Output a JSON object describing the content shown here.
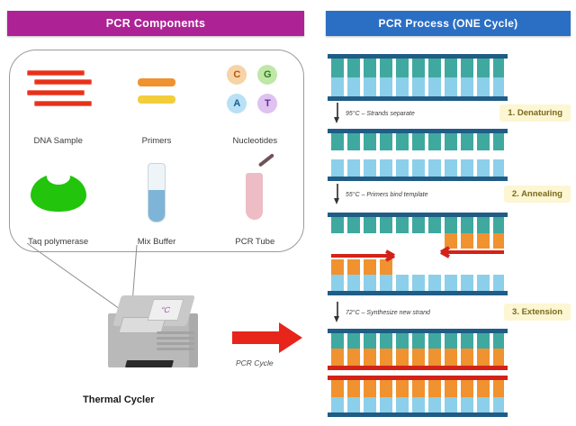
{
  "left": {
    "header": "PCR Components",
    "components": [
      {
        "label": "DNA Sample",
        "icon": "dna-strands-icon"
      },
      {
        "label": "Primers",
        "icon": "primers-icon"
      },
      {
        "label": "Nucleotides",
        "icon": "nucleotides-icon"
      },
      {
        "label": "Taq polymerase",
        "icon": "enzyme-blob-icon"
      },
      {
        "label": "Mix Buffer",
        "icon": "test-tube-icon"
      },
      {
        "label": "PCR Tube",
        "icon": "pcr-tube-icon"
      }
    ],
    "nucleotides": [
      {
        "letter": "C",
        "color": "#F7D3A8"
      },
      {
        "letter": "G",
        "color": "#BFE8A8"
      },
      {
        "letter": "A",
        "color": "#B9E1F5"
      },
      {
        "letter": "T",
        "color": "#DEC2F0"
      }
    ],
    "machine": {
      "caption": "Thermal Cycler",
      "screen_text": "°C",
      "cycle_arrow_label": "PCR Cycle"
    }
  },
  "right": {
    "header": "PCR Process  (ONE Cycle)",
    "steps": [
      {
        "number": "1",
        "badge": "1. Denaturing",
        "temperature": "95°C",
        "note": "95°C – Strands separate"
      },
      {
        "number": "2",
        "badge": "2. Annealing",
        "temperature": "55°C",
        "note": "55°C – Primers bind template"
      },
      {
        "number": "3",
        "badge": "3. Extension",
        "temperature": "72°C",
        "note": "72°C – Synthesize new strand"
      }
    ]
  },
  "colors": {
    "header_left_bg": "#AD2395",
    "header_right_bg": "#2B6FC4",
    "badge_bg": "#FCF6D2",
    "strand_backbone": "#1F5C86",
    "base_top": "#3FA9A0",
    "base_bottom": "#8CCFEA",
    "primer_orange": "#F0922F",
    "new_strand_red": "#D32218",
    "dna_red": "#E8311A"
  }
}
